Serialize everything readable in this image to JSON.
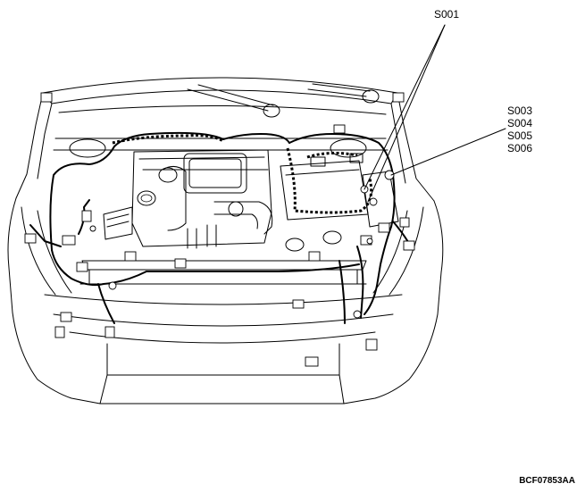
{
  "labels": {
    "s001": "S001",
    "s003": "S003",
    "s004": "S004",
    "s005": "S005",
    "s006": "S006"
  },
  "figure_code": "BCF07853AA"
}
